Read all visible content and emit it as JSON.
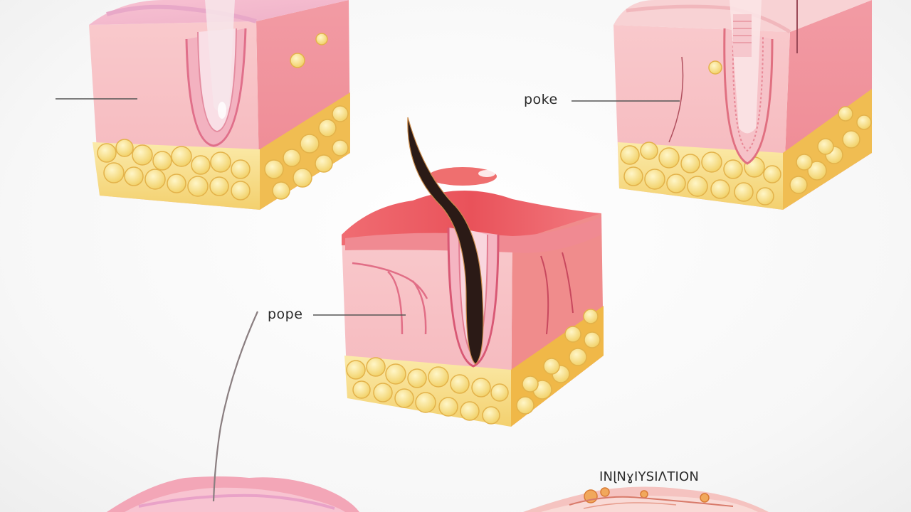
{
  "labels": {
    "pore_right": "poke",
    "pore_center": "pope",
    "inflammation": "INɭNɣIYSIΛTION"
  },
  "colors": {
    "background": "#f7f7f7",
    "epidermis_pink": "#f3a6ad",
    "dermis_light": "#f7c6c8",
    "fat_yellow": "#f6df86",
    "inflamed_red": "#e9525a",
    "hair_dark": "#2b1a16",
    "label_text": "#2a2a2a"
  }
}
